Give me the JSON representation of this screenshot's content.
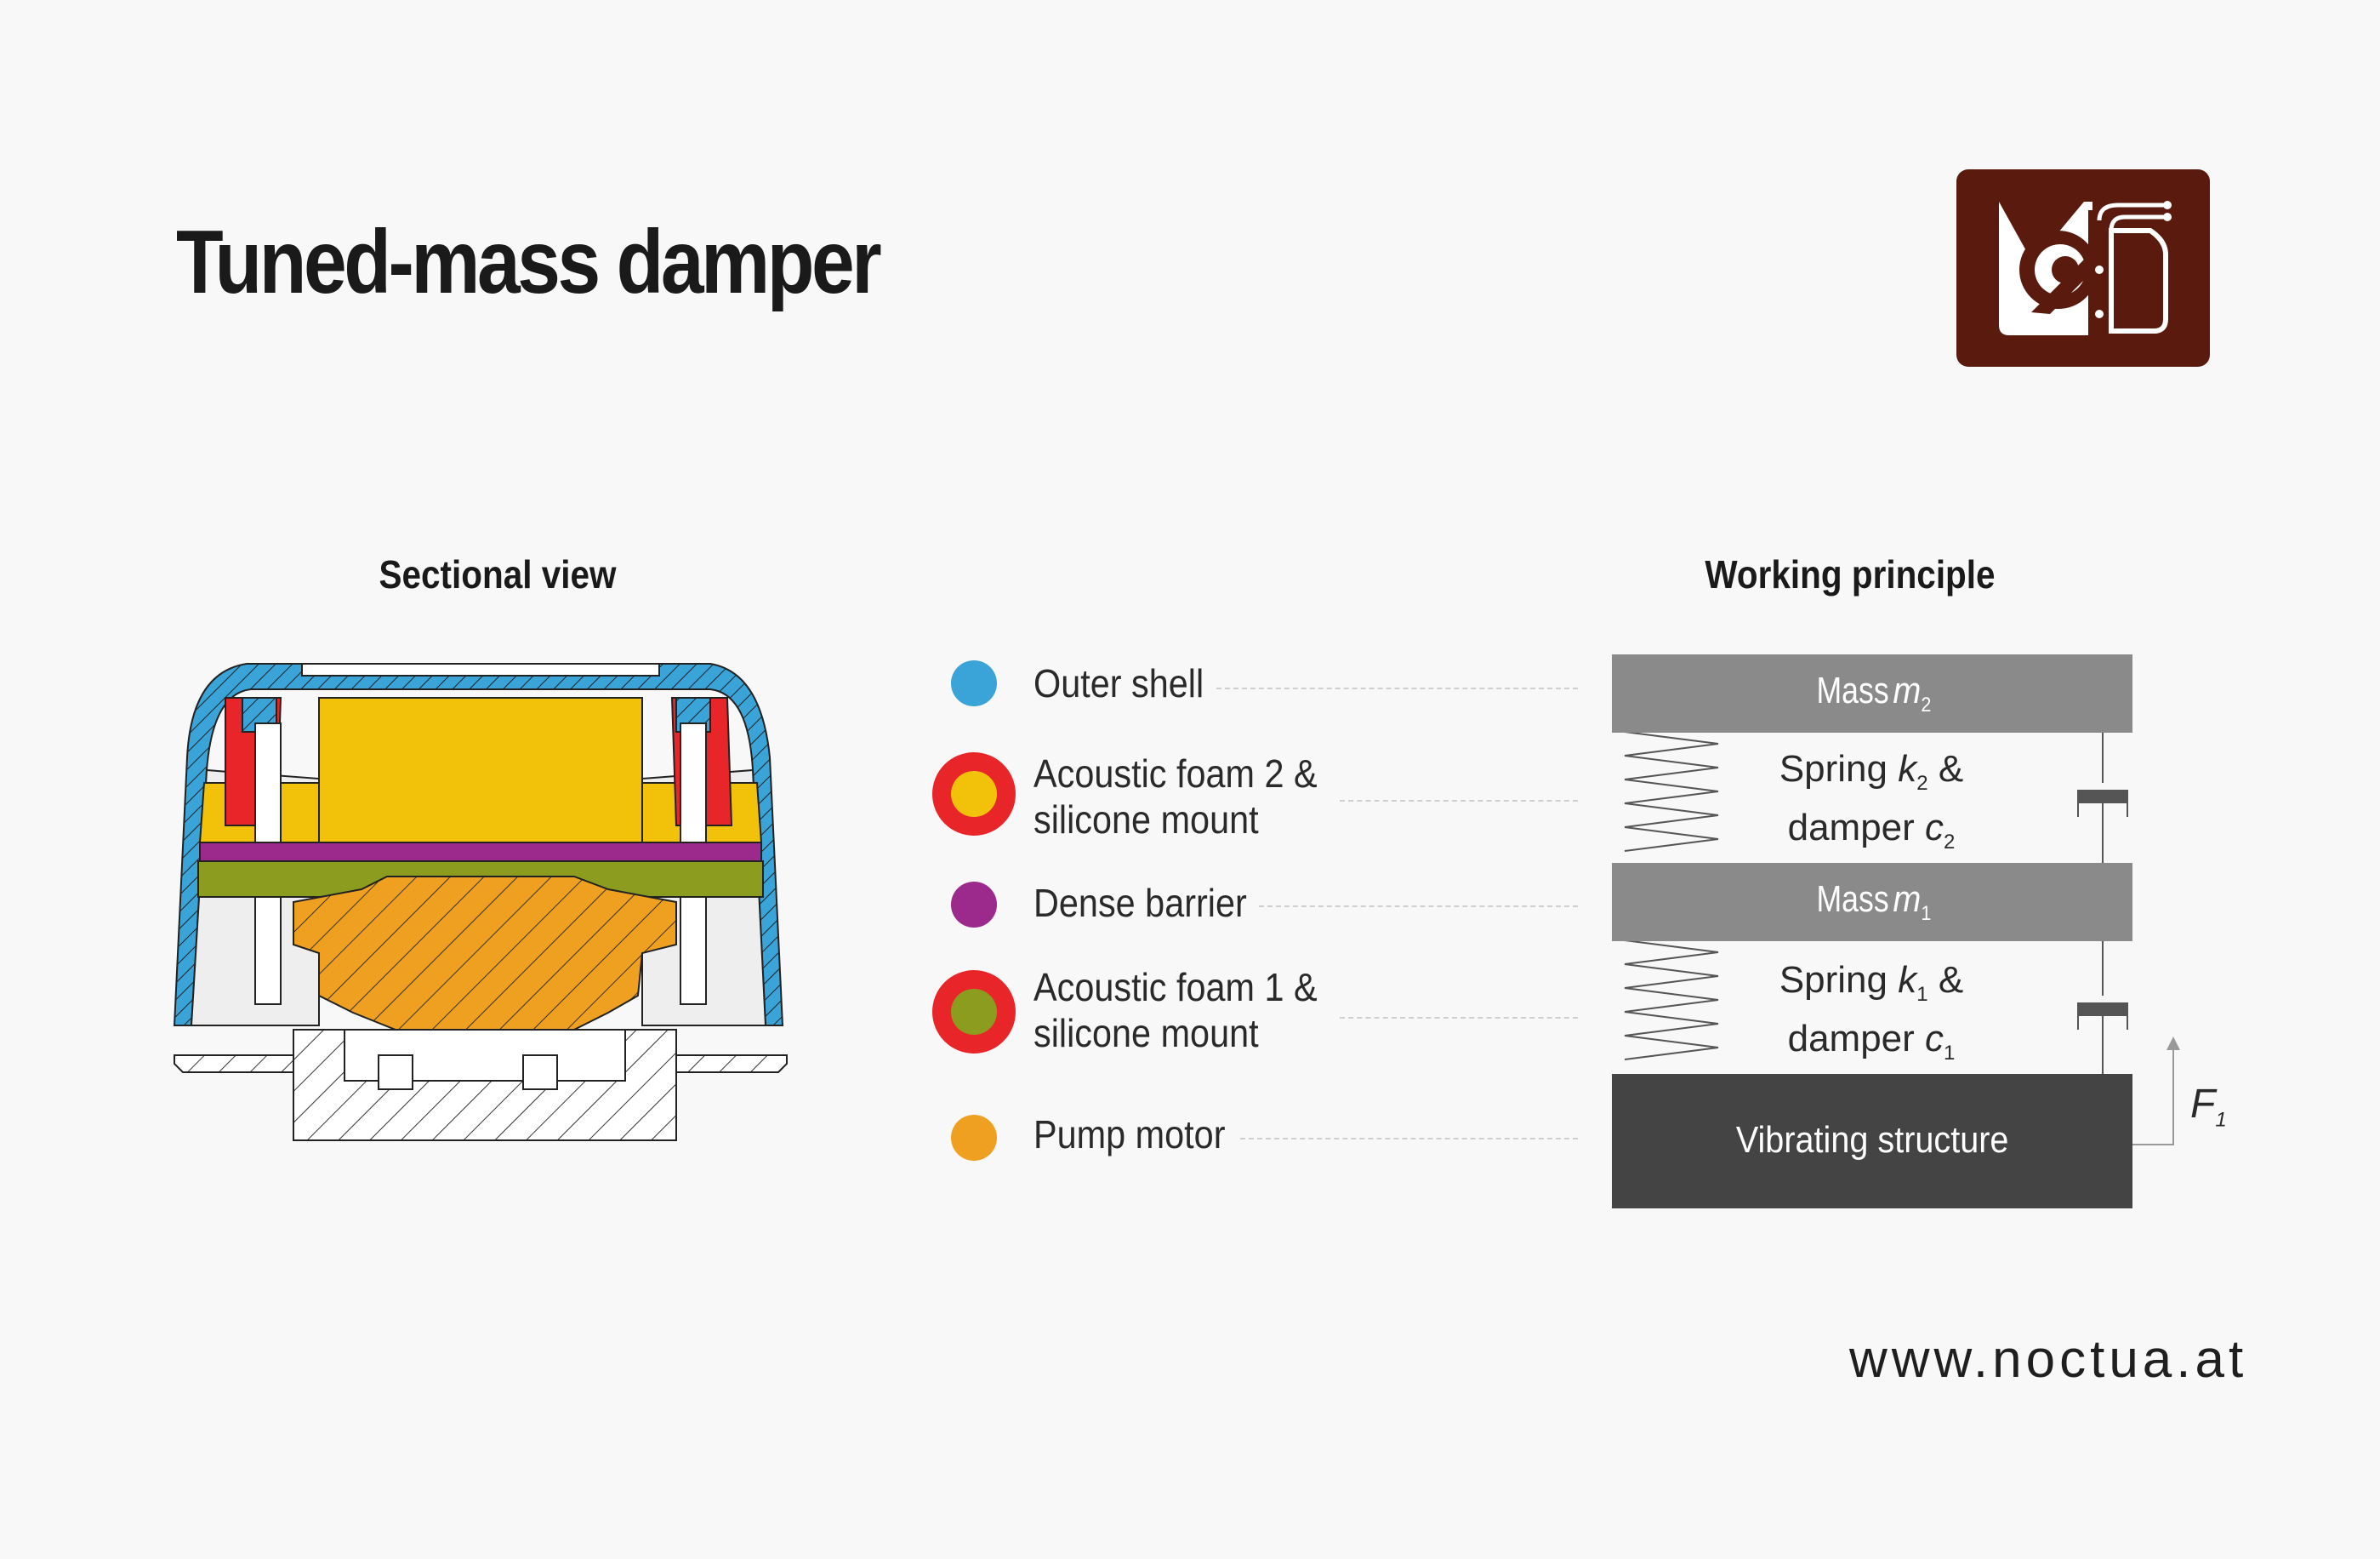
{
  "title": "Tuned-mass damper",
  "url": "www.noctua.at",
  "sections": {
    "left_heading": "Sectional view",
    "right_heading": "Working principle"
  },
  "legend": [
    {
      "label": "Outer shell",
      "icon": "solid-dot",
      "color": "#3aa3d8"
    },
    {
      "label": "Acoustic foam 2 &\nsilicone mount",
      "icon": "ring-dot",
      "color": "#f2c20a",
      "ring_color": "#e8262a"
    },
    {
      "label": "Dense barrier",
      "icon": "solid-dot",
      "color": "#9b2a8c"
    },
    {
      "label": "Acoustic foam 1 &\nsilicone mount",
      "icon": "ring-dot",
      "color": "#8c9c1e",
      "ring_color": "#e8262a"
    },
    {
      "label": "Pump motor",
      "icon": "solid-dot",
      "color": "#f0a020"
    }
  ],
  "schematic": {
    "mass2": {
      "label": "Mass ",
      "symbol": "m",
      "index": "2"
    },
    "spring2": {
      "line1": "Spring ",
      "k": "k",
      "k_index": "2",
      "amp": " &",
      "line2": "damper ",
      "c": "c",
      "c_index": "2"
    },
    "mass1": {
      "label": "Mass ",
      "symbol": "m",
      "index": "1"
    },
    "spring1": {
      "line1": "Spring ",
      "k": "k",
      "k_index": "1",
      "amp": " &",
      "line2": "damper ",
      "c": "c",
      "c_index": "1"
    },
    "base": {
      "label": "Vibrating structure"
    },
    "force": {
      "symbol": "F",
      "index": "1"
    }
  },
  "colors": {
    "background": "#f8f8f8",
    "mass_box": "#8a8a8a",
    "base_box": "#444444",
    "logo_bg": "#5a1a0e"
  }
}
